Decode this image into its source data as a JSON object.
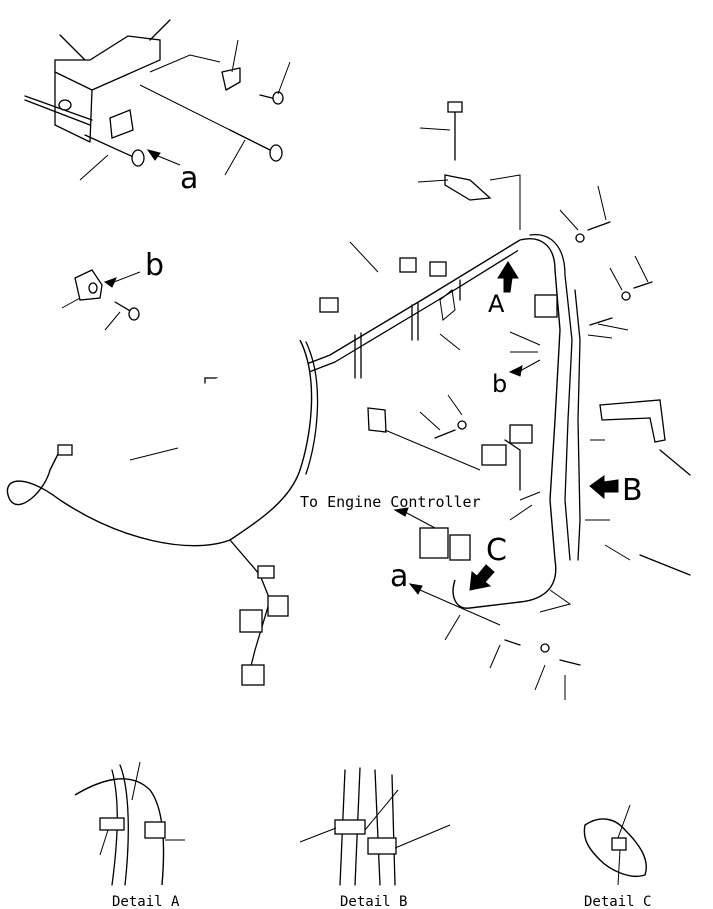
{
  "labels": {
    "a_top": "a",
    "b_left": "b",
    "A_arrow": "A",
    "b_mid": "b",
    "B_arrow": "B",
    "C_arrow": "C",
    "a_bottom": "a",
    "to_engine": "To Engine Controller",
    "detail_a": "Detail A",
    "detail_b": "Detail B",
    "detail_c": "Detail C"
  }
}
